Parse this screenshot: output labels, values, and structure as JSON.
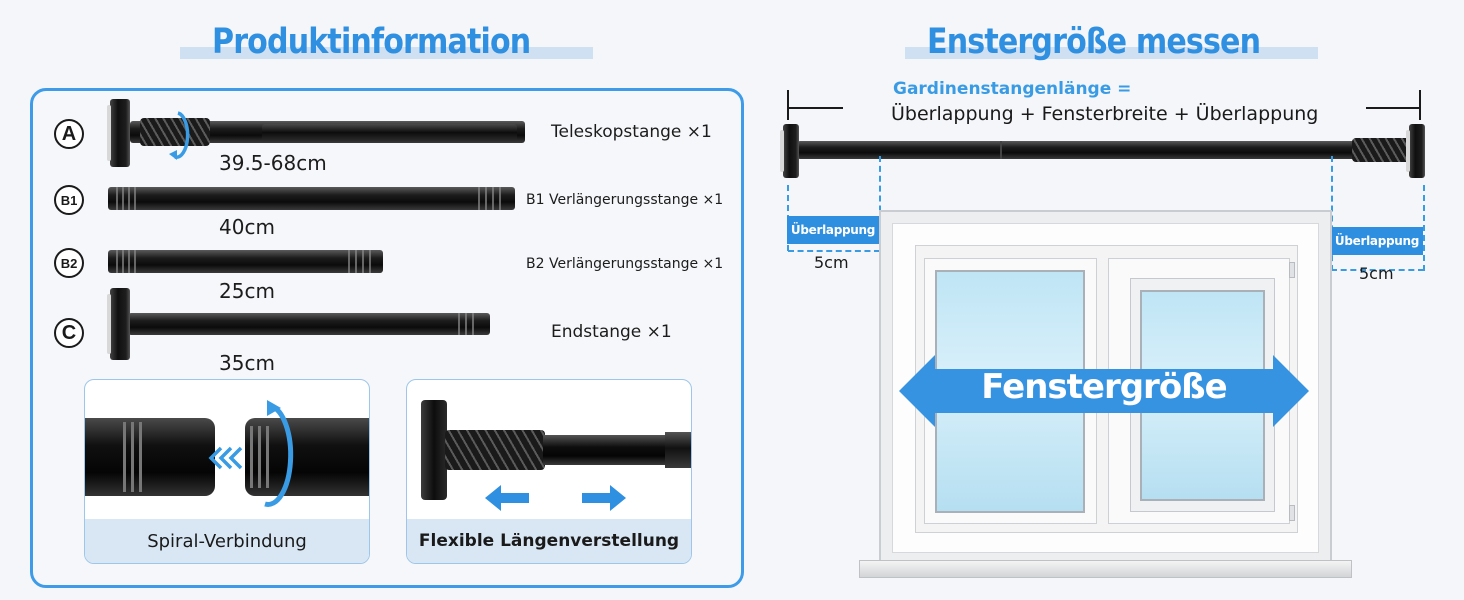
{
  "product_section": {
    "title": "Produktinformation",
    "parts": [
      {
        "marker": "A",
        "length": "39.5-68cm",
        "label": "Teleskopstange ×1"
      },
      {
        "marker": "B1",
        "length": "40cm",
        "label": "B1 Verlängerungsstange ×1"
      },
      {
        "marker": "B2",
        "length": "25cm",
        "label": "B2 Verlängerungsstange ×1"
      },
      {
        "marker": "C",
        "length": "35cm",
        "label": "Endstange ×1"
      }
    ],
    "features": [
      {
        "caption": "Spiral-Verbindung"
      },
      {
        "caption": "Flexible Längenverstellung"
      }
    ]
  },
  "measure_section": {
    "title": "Enstergröße messen",
    "formula_title": "Gardinenstangenlänge =",
    "formula": "Überlappung + Fensterbreite + Überlappung",
    "overlap_label": "Überlappung",
    "left_overlap": "5cm",
    "right_overlap": "5cm",
    "window_label": "Fenstergröße"
  },
  "colors": {
    "accent": "#2f8fe0",
    "panel_border": "#3d9be8",
    "heading_bar": "#cfe0f2",
    "rod": "#111111"
  }
}
